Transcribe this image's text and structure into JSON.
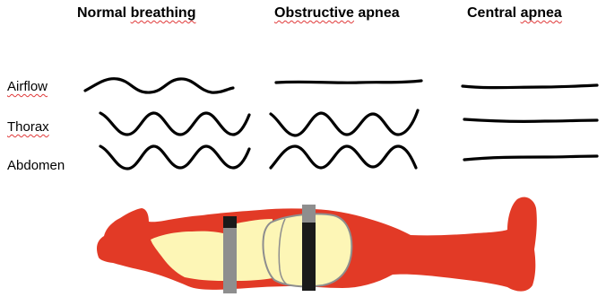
{
  "columns": [
    {
      "plain": "Normal ",
      "marked": "breathing"
    },
    {
      "plain": "",
      "marked": "Obstructive",
      "rest": " apnea"
    },
    {
      "plain": "Central ",
      "marked": "apnea"
    }
  ],
  "rows": [
    {
      "plain": "",
      "marked": "Airflow"
    },
    {
      "plain": "",
      "marked": "Thorax"
    },
    {
      "plain": "Abdomen",
      "marked": ""
    }
  ],
  "colors": {
    "body_red": "#e23a26",
    "torso_yellow": "#fdf6b6",
    "belt_gray": "#8e8e8e",
    "belt_black": "#1a1a1a",
    "spellcheck_underline": "#e03a3a",
    "waveform": "#000000"
  }
}
